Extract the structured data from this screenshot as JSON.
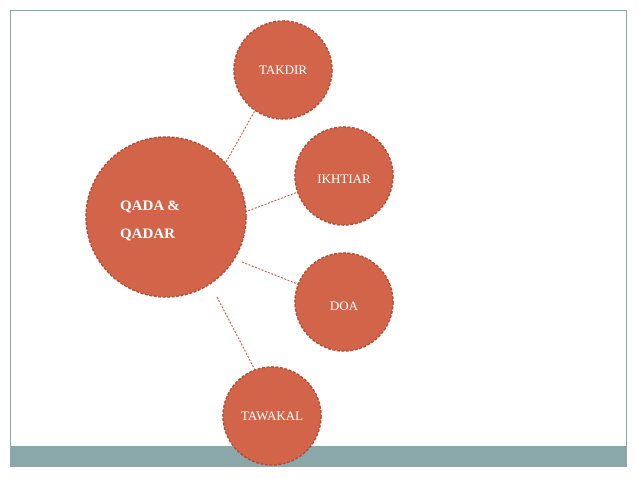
{
  "diagram": {
    "center": {
      "lines": [
        "QADA &",
        "QADAR"
      ]
    },
    "nodes": [
      {
        "id": "takdir",
        "label": "TAKDIR"
      },
      {
        "id": "ikhtiar",
        "label": "IKHTIAR"
      },
      {
        "id": "doa",
        "label": "DOA"
      },
      {
        "id": "tawakal",
        "label": "TAWAKAL"
      }
    ]
  },
  "colors": {
    "node_fill": "#d2644a",
    "node_stroke": "#b24a34",
    "connector": "#c0503a",
    "footer_bar": "#8aa8aa",
    "slide_border": "#8fa6ad"
  }
}
